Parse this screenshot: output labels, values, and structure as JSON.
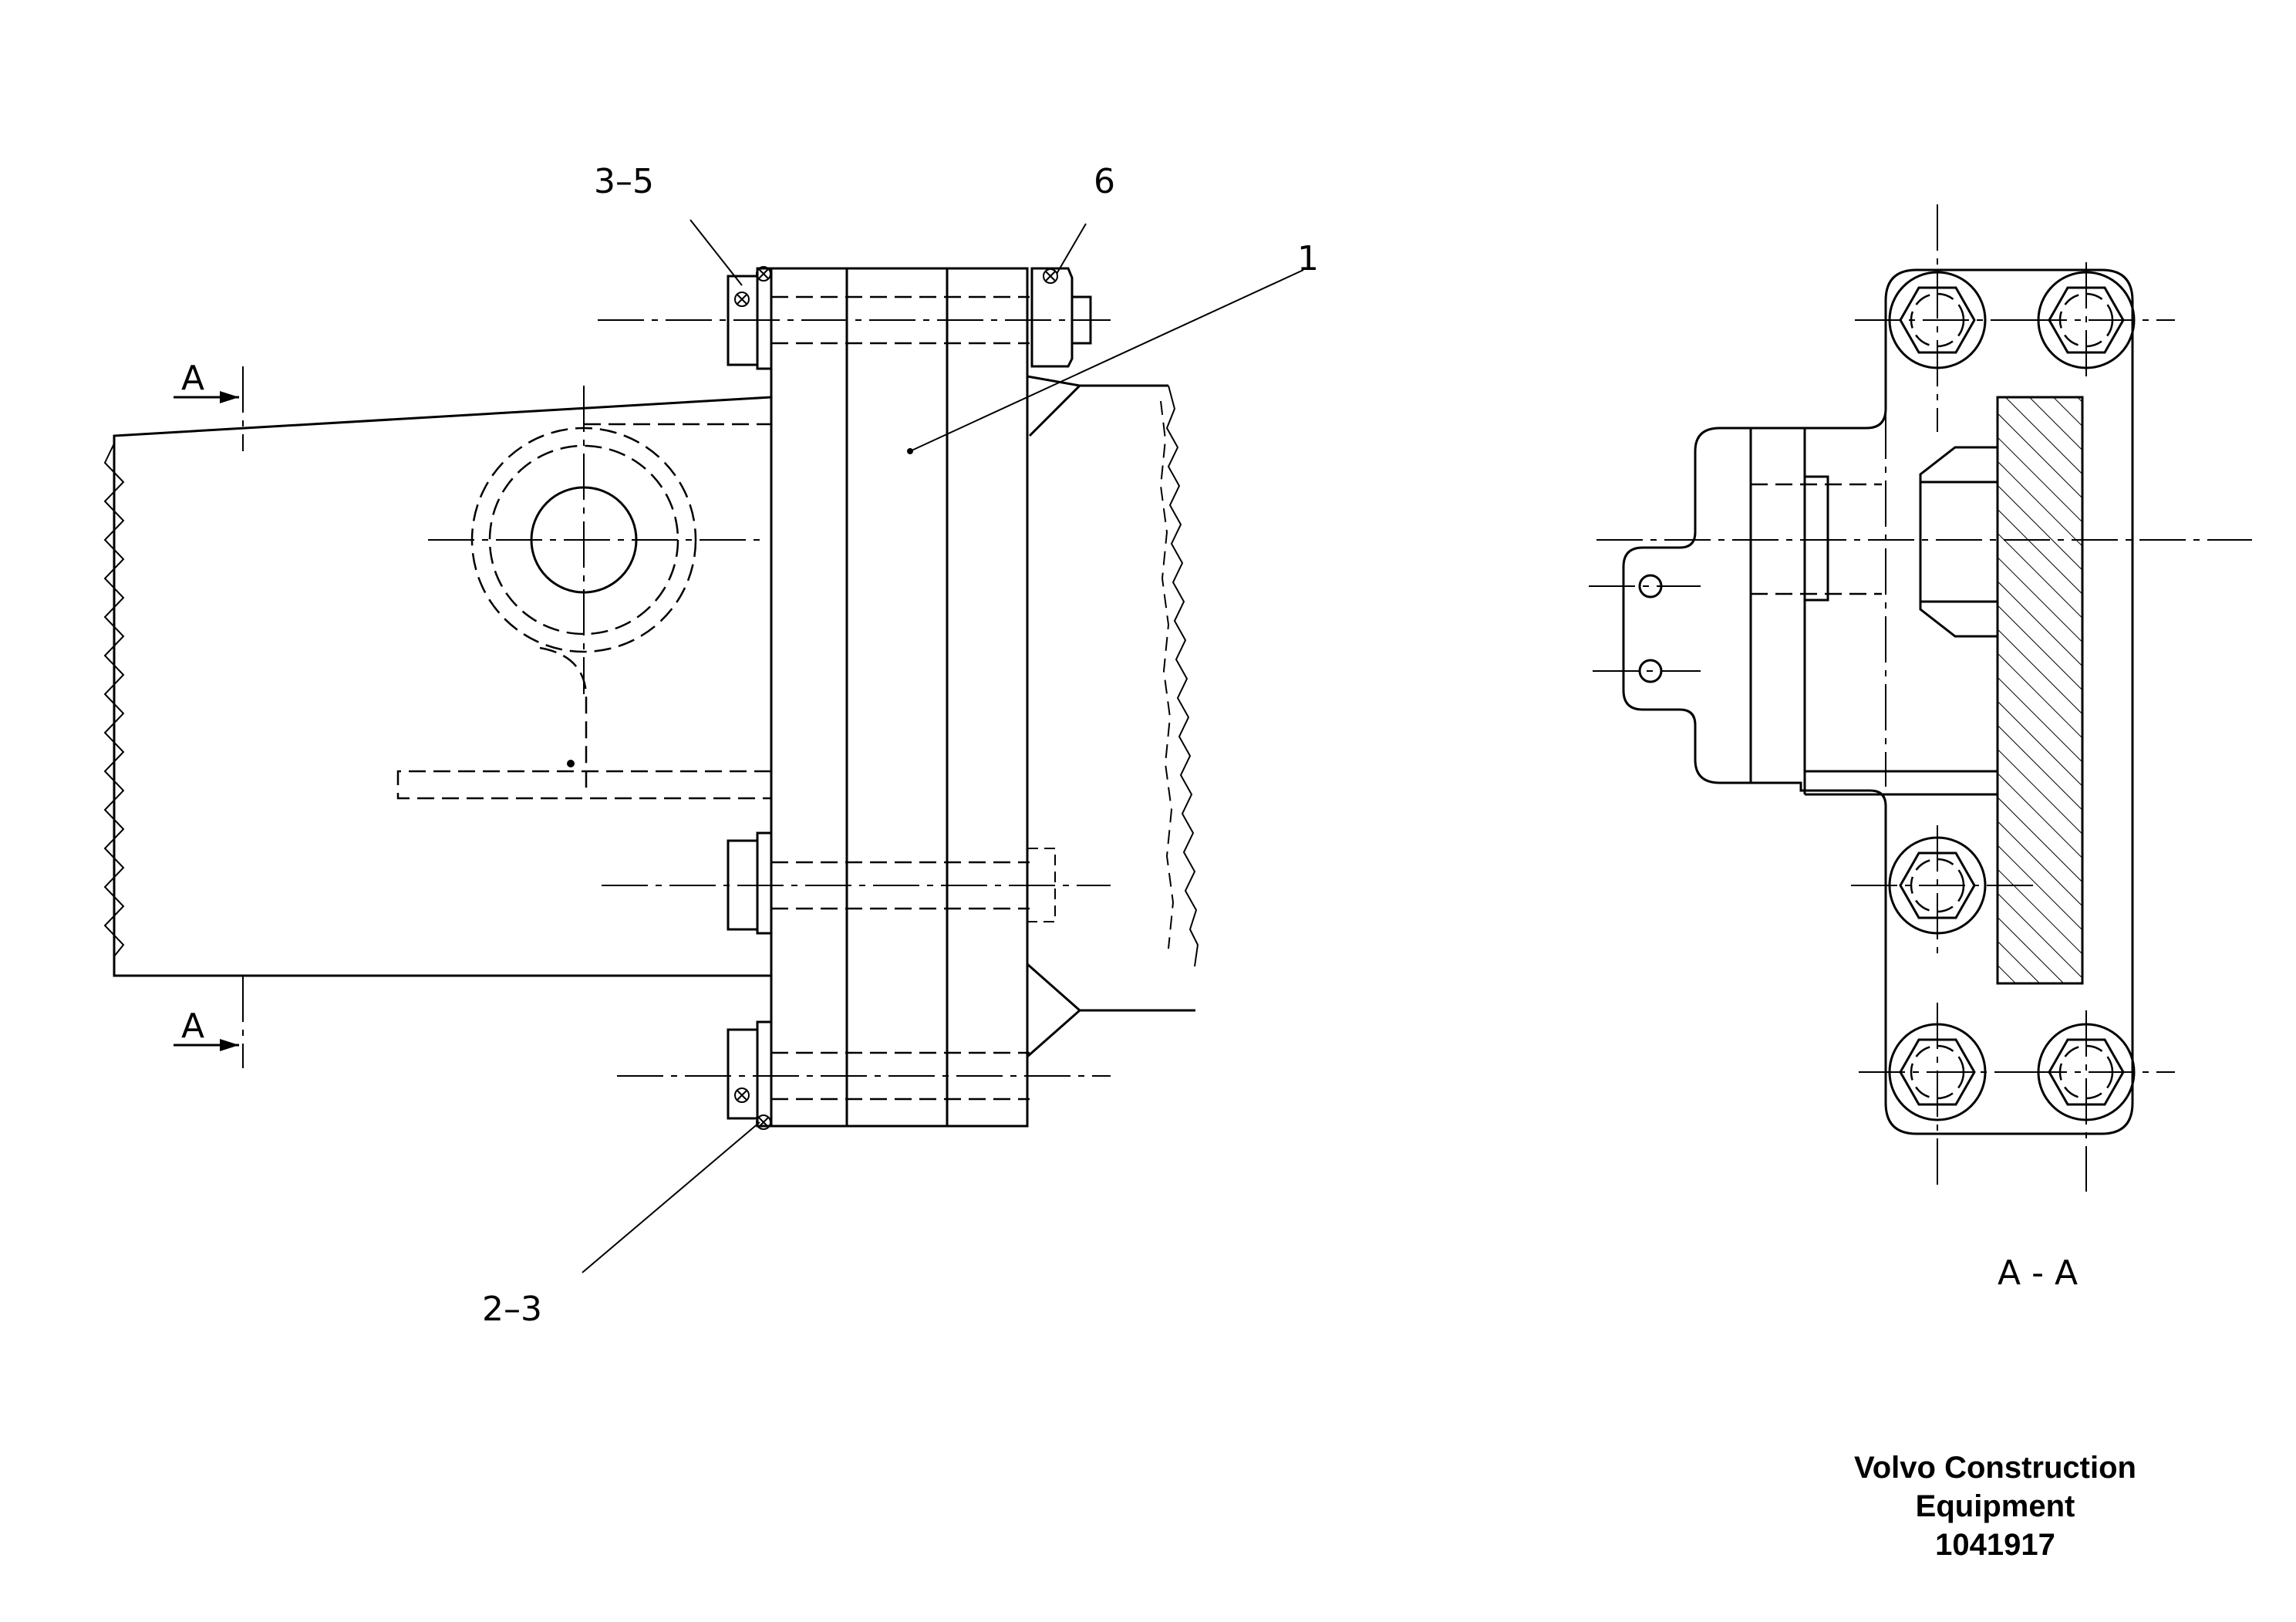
{
  "callouts": {
    "c_3_5": "3–5",
    "c_6": "6",
    "c_1": "1",
    "c_2_3": "2–3",
    "section_top": "A",
    "section_bottom": "A",
    "section_view": "A - A"
  },
  "watermark": {
    "line1": "Volvo Construction",
    "line2": "Equipment",
    "line3": "1041917"
  }
}
